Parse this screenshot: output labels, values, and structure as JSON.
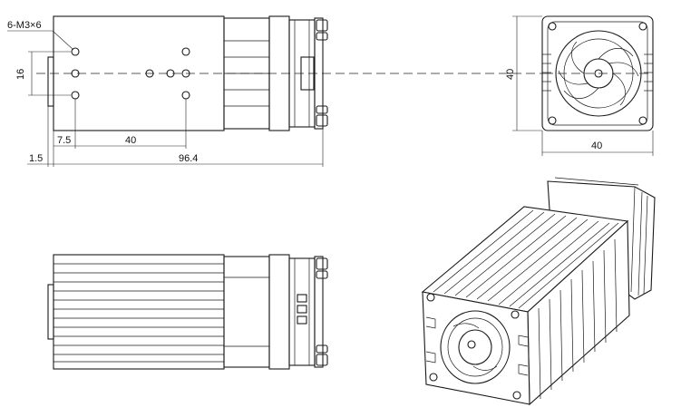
{
  "drawing": {
    "hole_callout": "6-M3×6",
    "dim_16": "16",
    "dim_7_5": "7.5",
    "dim_40_holes": "40",
    "dim_1_5": "1.5",
    "dim_96_4": "96.4",
    "dim_40_height": "40",
    "dim_40_width": "40"
  }
}
